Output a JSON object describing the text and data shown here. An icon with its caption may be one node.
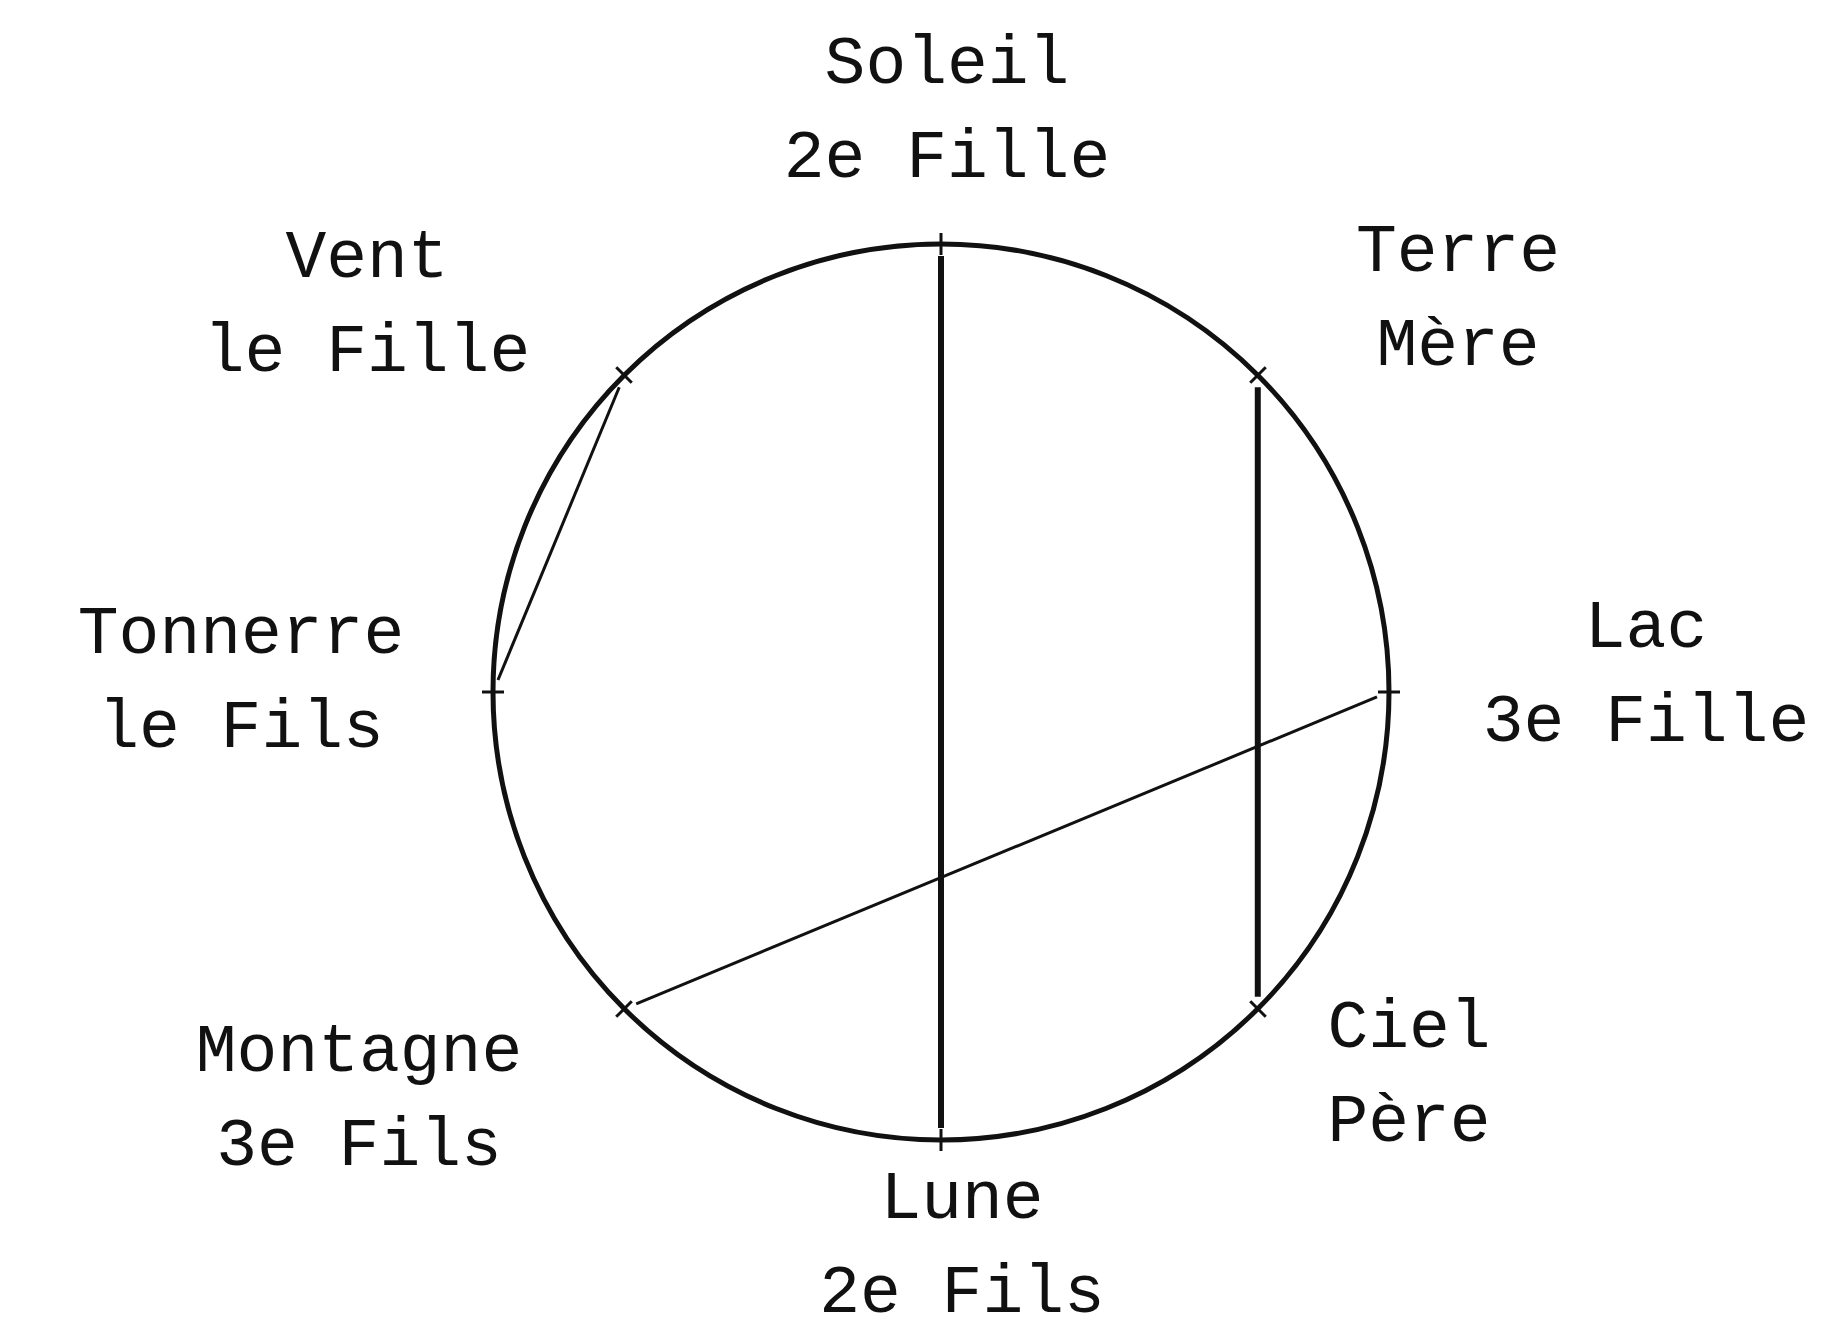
{
  "diagram": {
    "nodes": [
      {
        "text": [],
        "shape": "cross",
        "beside": [
          "Soleil",
          "2e Fille"
        ]
      },
      {
        "text": [],
        "shape": "cross",
        "beside": [
          "Terre",
          "Mère"
        ]
      },
      {
        "text": [],
        "shape": "cross",
        "beside": [
          "Lac",
          "3e Fille"
        ]
      },
      {
        "text": [],
        "shape": "cross",
        "beside": [
          "Ciel",
          "Père"
        ]
      },
      {
        "text": [],
        "shape": "cross",
        "beside": [
          "Lune",
          "2e Fils"
        ]
      },
      {
        "text": [],
        "shape": "cross",
        "beside": [
          "Montagne",
          "3e Fils"
        ]
      },
      {
        "text": [],
        "shape": "cross",
        "beside": [
          "Tonnerre",
          "le Fils"
        ]
      },
      {
        "text": [],
        "shape": "cross",
        "beside": [
          "Vent",
          "le Fille"
        ]
      }
    ],
    "edges": [
      {
        "from": 0,
        "to": 4,
        "arrow": "none",
        "style": "thick"
      },
      {
        "from": 1,
        "to": 3,
        "arrow": "none",
        "style": "thick"
      },
      {
        "from": 2,
        "to": 5,
        "arrow": "none"
      },
      {
        "from": 7,
        "to": 6,
        "arrow": "none"
      }
    ]
  }
}
